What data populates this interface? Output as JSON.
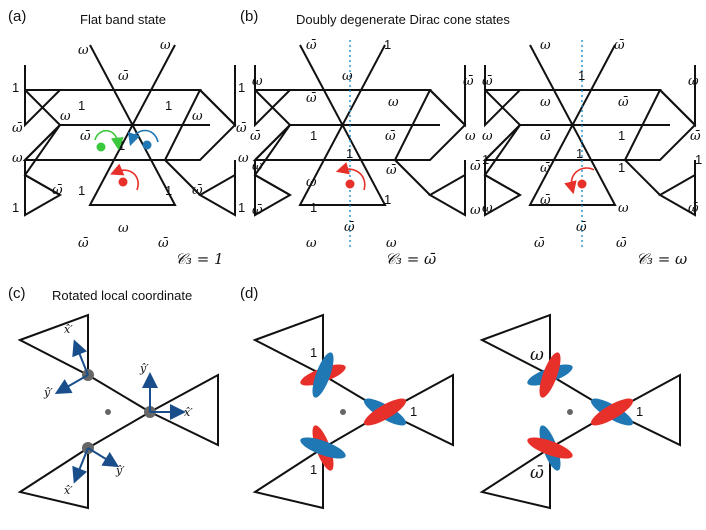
{
  "panels": {
    "a": {
      "label": "(a)",
      "title": "Flat band state",
      "c3": "𝒞₃ = 1"
    },
    "b": {
      "label": "(b)",
      "title": "Doubly degenerate Dirac cone states",
      "c3_left": "𝒞₃ = ω̄",
      "c3_right": "𝒞₃ = ω"
    },
    "c": {
      "label": "(c)",
      "title": "Rotated local coordinate",
      "axes": [
        "x̂′",
        "ŷ′",
        "ŷ′",
        "x̂′",
        "x̂′",
        "ŷ′"
      ]
    },
    "d": {
      "label": "(d)"
    }
  },
  "symbols": {
    "one": "1",
    "omega": "ω",
    "omega_bar": "ω̄"
  },
  "orbital_labels": {
    "left": [
      "1",
      "1",
      "1"
    ],
    "right": [
      "ω",
      "1",
      "ω̄"
    ]
  },
  "colors": {
    "lattice": "#111111",
    "red": "#e8302a",
    "blue": "#1f77b4",
    "green": "#3cc83c",
    "dotted": "#1f8fd0",
    "site": "#666666",
    "arrow": "#1a4e8a"
  }
}
